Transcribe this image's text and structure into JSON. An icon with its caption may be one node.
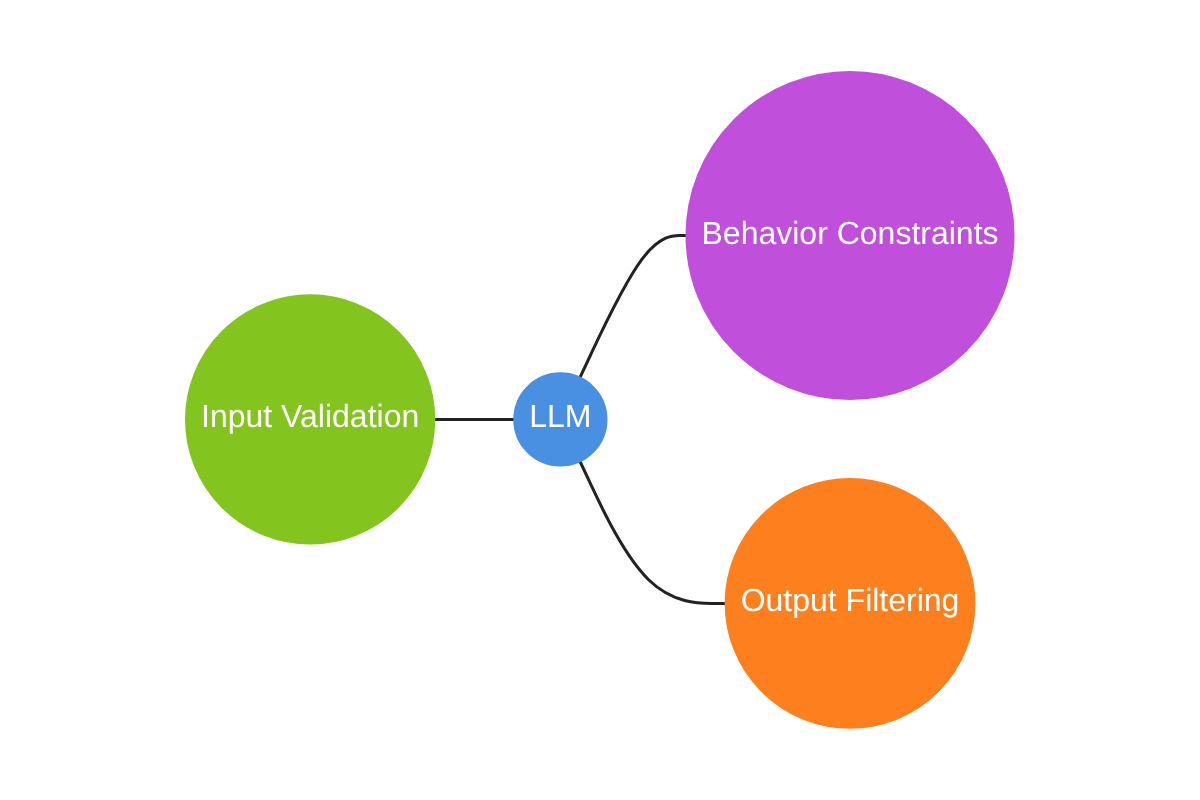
{
  "diagram": {
    "nodes": [
      {
        "text": [
          "Behavior Constraints"
        ]
      },
      {
        "text": [
          "Input Validation"
        ]
      },
      {
        "text": [
          "LLM"
        ]
      },
      {
        "text": [
          "Output Filtering"
        ]
      }
    ],
    "edges": [
      {
        "from": 2,
        "to": 0,
        "arrow": "none"
      },
      {
        "from": 1,
        "to": 2,
        "arrow": "none"
      },
      {
        "from": 2,
        "to": 3,
        "arrow": "none"
      }
    ]
  }
}
